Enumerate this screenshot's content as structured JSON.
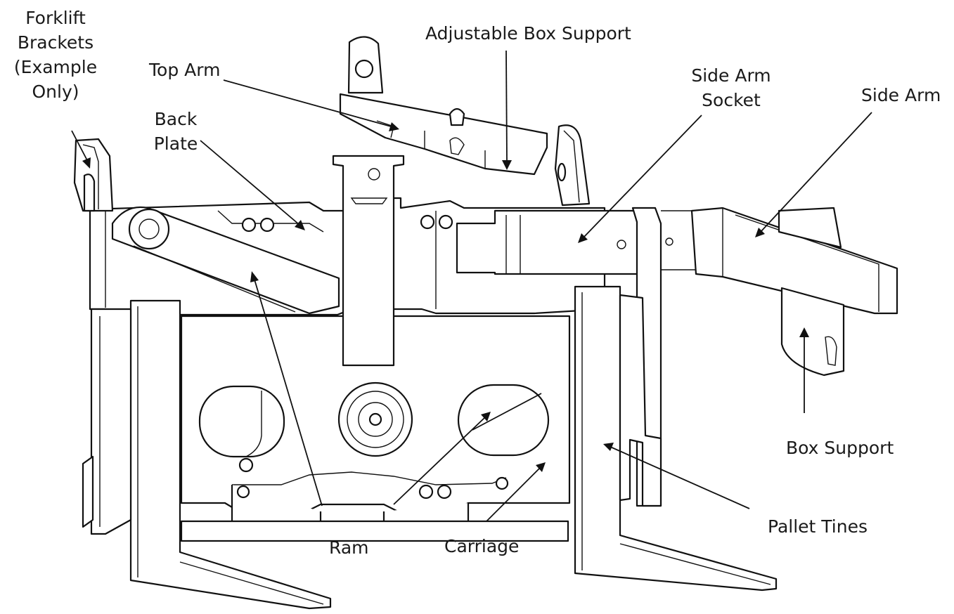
{
  "labels": {
    "forklift_brackets": [
      "Forklift",
      "Brackets",
      "(Example",
      "Only)"
    ],
    "adjustable_box_support": "Adjustable Box Support",
    "top_arm": "Top Arm",
    "back_plate": [
      "Back",
      "Plate"
    ],
    "side_arm_socket": [
      "Side Arm",
      "Socket"
    ],
    "side_arm": "Side Arm",
    "box_support": "Box Support",
    "pallet_tines": "Pallet Tines",
    "carriage": "Carriage",
    "ram": "Ram"
  }
}
